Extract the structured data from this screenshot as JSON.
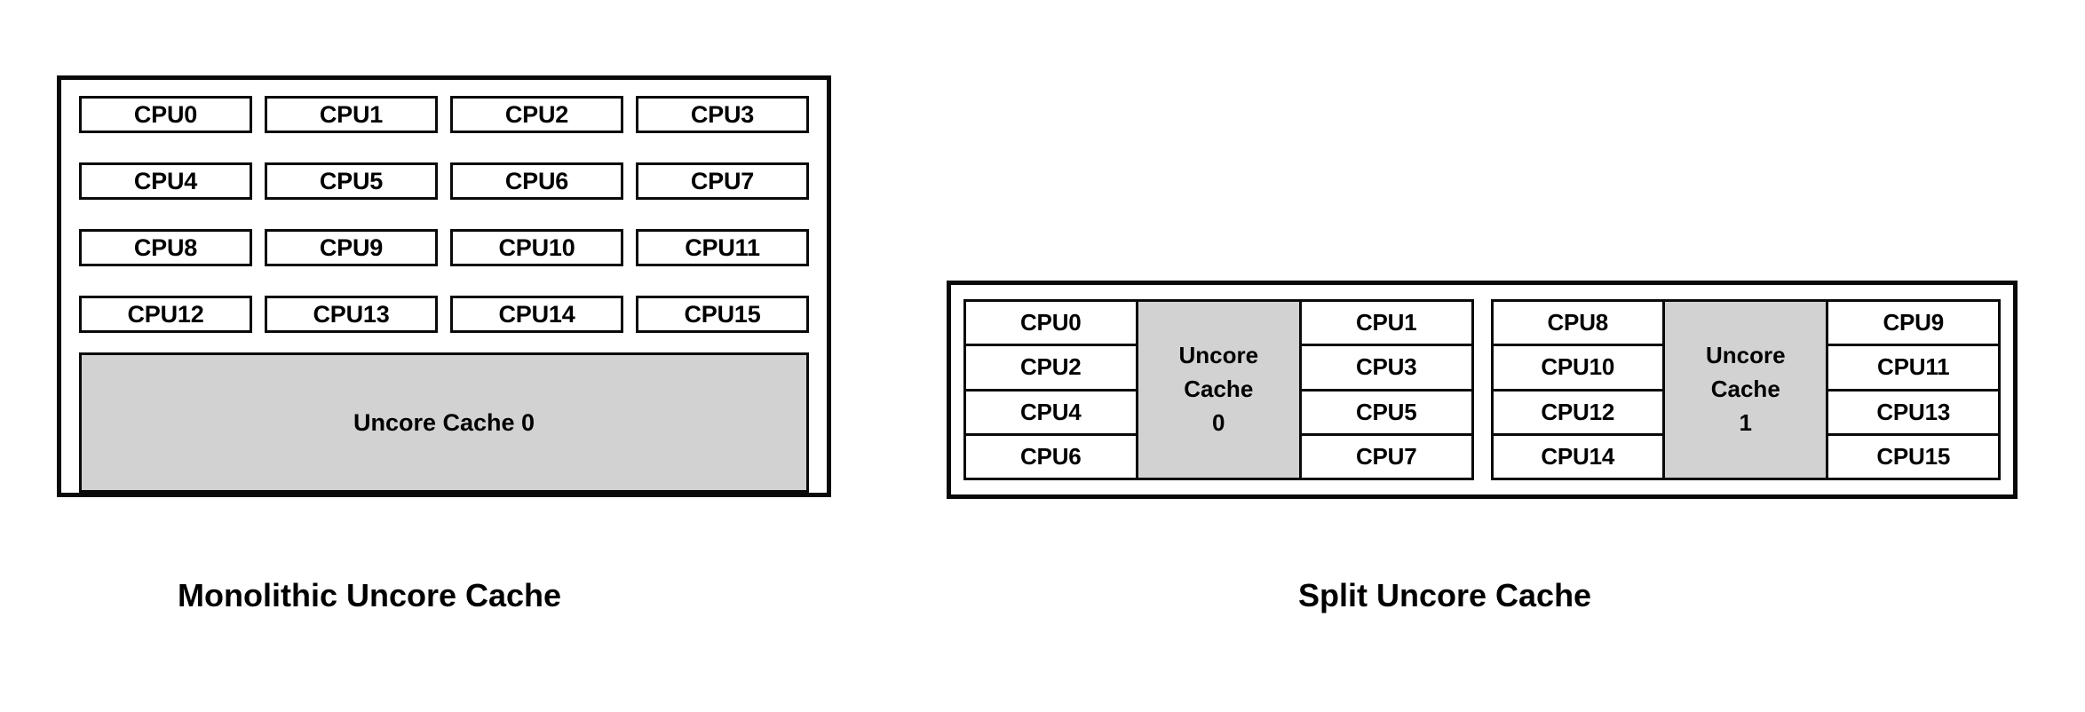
{
  "figure": {
    "colors": {
      "cache_fill": "#d2d2d2",
      "border": "#0a0a0a",
      "background": "#ffffff",
      "text": "#000000"
    },
    "panels": [
      {
        "id": "monolithic",
        "caption": "Monolithic Uncore Cache",
        "cpus": [
          "CPU0",
          "CPU1",
          "CPU2",
          "CPU3",
          "CPU4",
          "CPU5",
          "CPU6",
          "CPU7",
          "CPU8",
          "CPU9",
          "CPU10",
          "CPU11",
          "CPU12",
          "CPU13",
          "CPU14",
          "CPU15"
        ],
        "cache_label": "Uncore Cache 0"
      },
      {
        "id": "split",
        "caption": "Split Uncore Cache",
        "groups": [
          {
            "left_cpus": [
              "CPU0",
              "CPU2",
              "CPU4",
              "CPU6"
            ],
            "cache_line1": "Uncore",
            "cache_line2": "Cache",
            "cache_line3": "0",
            "right_cpus": [
              "CPU1",
              "CPU3",
              "CPU5",
              "CPU7"
            ]
          },
          {
            "left_cpus": [
              "CPU8",
              "CPU10",
              "CPU12",
              "CPU14"
            ],
            "cache_line1": "Uncore",
            "cache_line2": "Cache",
            "cache_line3": "1",
            "right_cpus": [
              "CPU9",
              "CPU11",
              "CPU13",
              "CPU15"
            ]
          }
        ]
      }
    ]
  }
}
